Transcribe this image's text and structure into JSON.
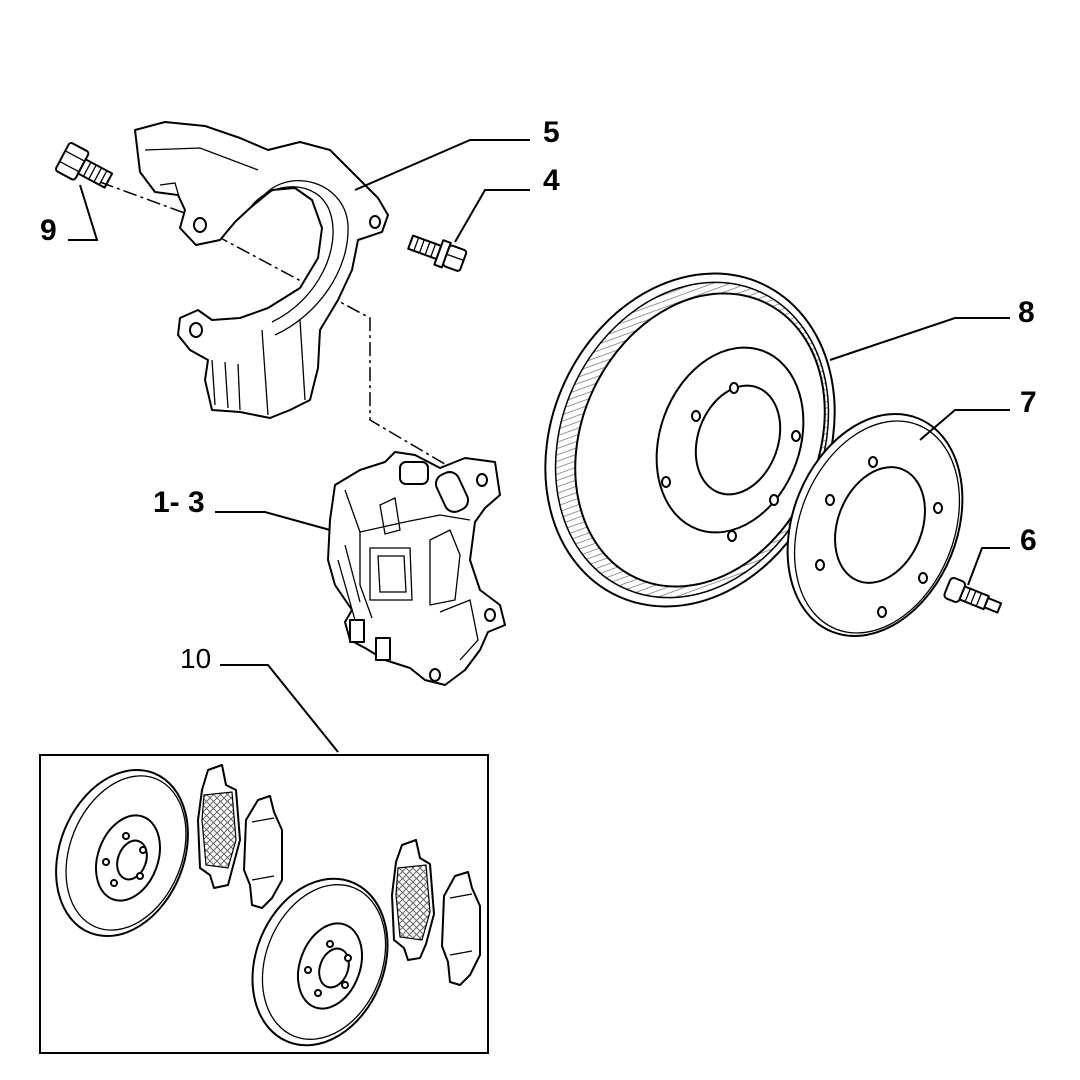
{
  "diagram": {
    "labels": {
      "l1_3": "1- 3",
      "l4": "4",
      "l5": "5",
      "l6": "6",
      "l7": "7",
      "l8": "8",
      "l9": "9",
      "l10": "10"
    },
    "colors": {
      "ink": "#000000",
      "paper": "#ffffff",
      "hatch": "#9a9a9a"
    }
  }
}
